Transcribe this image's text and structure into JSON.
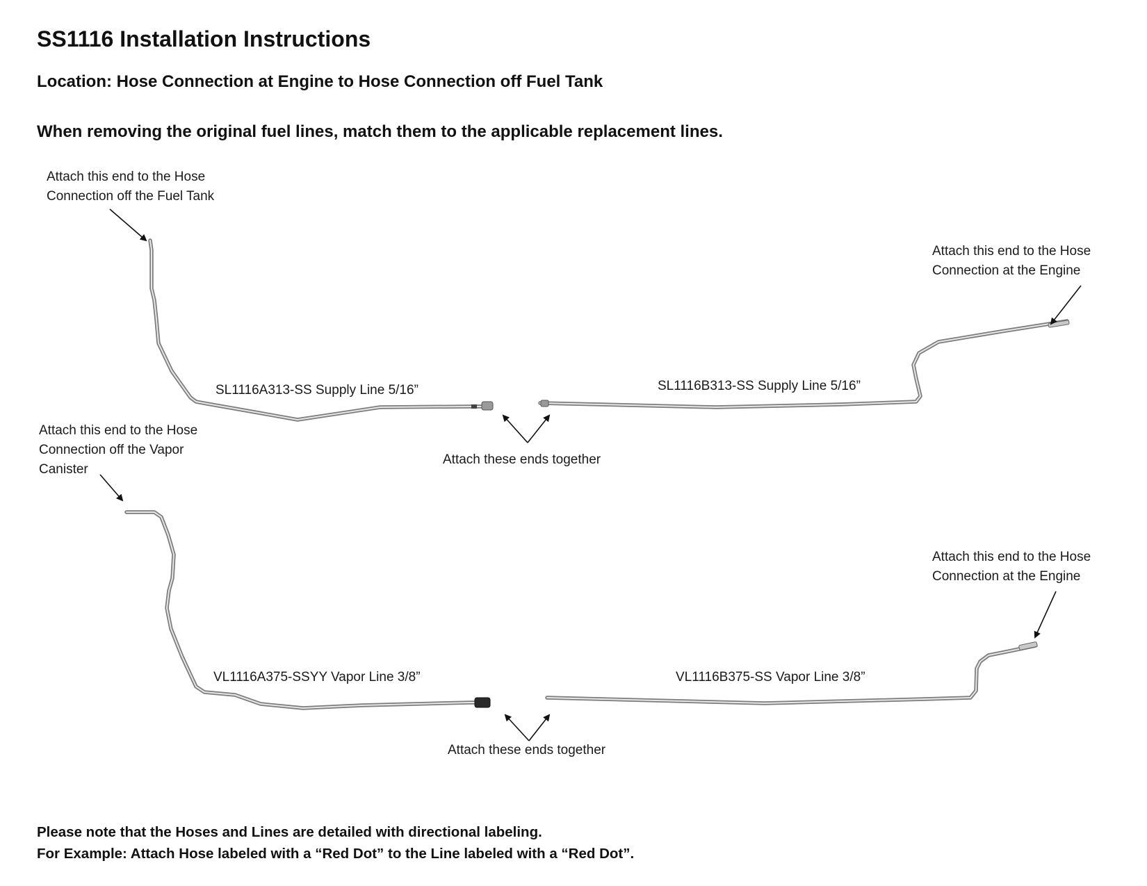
{
  "header": {
    "title": "SS1116 Installation Instructions",
    "location": "Location: Hose Connection at Engine to Hose Connection off Fuel Tank",
    "instruction": "When removing the original fuel lines, match them to the applicable replacement lines."
  },
  "supply": {
    "fuel_tank_callout": [
      "Attach this end to the Hose",
      "Connection off the Fuel Tank"
    ],
    "engine_callout": [
      "Attach this end to the Hose",
      "Connection at the Engine"
    ],
    "line_a_label": "SL1116A313-SS Supply Line 5/16”",
    "line_b_label": "SL1116B313-SS Supply Line 5/16”",
    "join_callout": "Attach these ends together"
  },
  "vapor": {
    "canister_callout": [
      "Attach this end to the Hose",
      "Connection off the Vapor",
      "Canister"
    ],
    "engine_callout": [
      "Attach this end to the Hose",
      "Connection at the Engine"
    ],
    "line_a_label": "VL1116A375-SSYY Vapor Line 3/8”",
    "line_b_label": "VL1116B375-SS Vapor Line 3/8”",
    "join_callout": "Attach these ends together"
  },
  "footer": {
    "note_line1": "Please note that the Hoses and Lines are detailed with directional labeling.",
    "note_line2": "For Example: Attach Hose labeled with a “Red Dot” to the Line labeled with a “Red Dot”."
  }
}
